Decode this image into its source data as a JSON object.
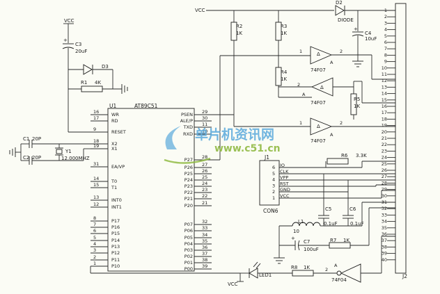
{
  "mcu": {
    "ref": "U1",
    "part": "AT89C51",
    "left_pins": [
      {
        "num": "16",
        "name": "WR"
      },
      {
        "num": "17",
        "name": "RD"
      },
      {
        "num": "9",
        "name": "RESET"
      },
      {
        "num": "18",
        "name": "X2"
      },
      {
        "num": "19",
        "name": "X1"
      },
      {
        "num": "31",
        "name": "EA/VP"
      },
      {
        "num": "14",
        "name": "T0"
      },
      {
        "num": "15",
        "name": "T1"
      },
      {
        "num": "13",
        "name": "INT0"
      },
      {
        "num": "12",
        "name": "INT1"
      },
      {
        "num": "8",
        "name": "P17"
      },
      {
        "num": "7",
        "name": "P16"
      },
      {
        "num": "6",
        "name": "P15"
      },
      {
        "num": "5",
        "name": "P14"
      },
      {
        "num": "4",
        "name": "P13"
      },
      {
        "num": "3",
        "name": "P12"
      },
      {
        "num": "2",
        "name": "P11"
      },
      {
        "num": "1",
        "name": "P10"
      }
    ],
    "right_pins": [
      {
        "num": "29",
        "name": "PSEN"
      },
      {
        "num": "30",
        "name": "ALE/P"
      },
      {
        "num": "11",
        "name": "TXD"
      },
      {
        "num": "10",
        "name": "RXD"
      },
      {
        "num": "28",
        "name": "P27"
      },
      {
        "num": "27",
        "name": "P26"
      },
      {
        "num": "26",
        "name": "P25"
      },
      {
        "num": "25",
        "name": "P24"
      },
      {
        "num": "24",
        "name": "P23"
      },
      {
        "num": "23",
        "name": "P22"
      },
      {
        "num": "22",
        "name": "P21"
      },
      {
        "num": "21",
        "name": "P20"
      },
      {
        "num": "32",
        "name": "P07"
      },
      {
        "num": "33",
        "name": "P06"
      },
      {
        "num": "34",
        "name": "P05"
      },
      {
        "num": "35",
        "name": "P04"
      },
      {
        "num": "36",
        "name": "P03"
      },
      {
        "num": "37",
        "name": "P02"
      },
      {
        "num": "38",
        "name": "P01"
      },
      {
        "num": "39",
        "name": "P00"
      }
    ]
  },
  "header": {
    "ref": "J2",
    "pins": [
      "1",
      "2",
      "3",
      "4",
      "5",
      "6",
      "7",
      "8",
      "9",
      "10",
      "11",
      "12",
      "13",
      "14",
      "15",
      "16",
      "17",
      "18",
      "19",
      "20",
      "21",
      "22",
      "23",
      "24",
      "25",
      "26",
      "27",
      "28",
      "29",
      "30",
      "31",
      "32",
      "33",
      "34",
      "35",
      "36",
      "37",
      "38",
      "39",
      "40"
    ]
  },
  "connector": {
    "ref": "J1",
    "part": "CON6",
    "rev_label": "",
    "pins": [
      {
        "num": "6",
        "name": "IO"
      },
      {
        "num": "5",
        "name": "CLK"
      },
      {
        "num": "4",
        "name": "VPP"
      },
      {
        "num": "3",
        "name": "RST"
      },
      {
        "num": "2",
        "name": "GND"
      },
      {
        "num": "1",
        "name": "VCC"
      }
    ]
  },
  "parts": {
    "vcc": "VCC",
    "c3": "C3",
    "c3_val": "20uF",
    "d3": "D3",
    "r1": "R1",
    "r1_val": "4K",
    "c1": "C1",
    "c1_val": "20P",
    "c2": "C2",
    "c2_val": "20P",
    "y1": "Y1",
    "y1_val": "12.000MHZ",
    "r2": "R2",
    "r2_val": "1K",
    "r3": "R3",
    "r3_val": "1K",
    "r4": "R4",
    "r4_val": "1K",
    "r5": "R5",
    "r5_val": "1K",
    "d2": "D2",
    "d2_val": "DIODE",
    "c4": "C4",
    "c4_val": "10uF",
    "gate": "74F07",
    "g1_in": "1",
    "g1_out": "2",
    "g_a": "A",
    "g2_in": "2",
    "g3_in": "1",
    "g3_out": "2",
    "r6": "R6",
    "r6_val": "3.3K",
    "c5": "C5",
    "c5_val": "0.1uF",
    "c6": "C6",
    "c6_val": "0.1uF",
    "l1": "L1",
    "l1_val": "10",
    "c7": "C7",
    "c7_val": "100uF",
    "r7": "R7",
    "r7_val": "1K",
    "r8": "R8",
    "r8_val": "1K",
    "d1": "LED1",
    "inv": "74F04",
    "inv_in": "2",
    "inv_a": "A"
  },
  "watermark": {
    "title": "单片机资讯网",
    "url": "www.c51.cn"
  }
}
